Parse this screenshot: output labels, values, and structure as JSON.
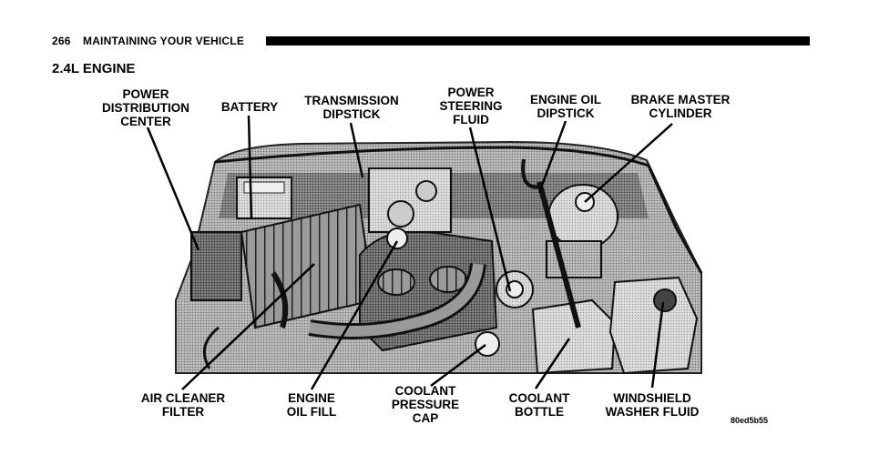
{
  "header": {
    "page_number": "266",
    "chapter_title": "MAINTAINING YOUR VEHICLE"
  },
  "section_title": "2.4L ENGINE",
  "illustration": {
    "labels_top": {
      "power_distribution_center": "POWER\nDISTRIBUTION\nCENTER",
      "battery": "BATTERY",
      "transmission_dipstick": "TRANSMISSION\nDIPSTICK",
      "power_steering_fluid": "POWER\nSTEERING\nFLUID",
      "engine_oil_dipstick": "ENGINE OIL\nDIPSTICK",
      "brake_master_cylinder": "BRAKE MASTER\nCYLINDER"
    },
    "labels_bottom": {
      "air_cleaner_filter": "AIR CLEANER\nFILTER",
      "engine_oil_fill": "ENGINE\nOIL FILL",
      "coolant_pressure_cap": "COOLANT\nPRESSURE\nCAP",
      "coolant_bottle": "COOLANT\nBOTTLE",
      "windshield_washer_fluid": "WINDSHIELD\nWASHER FLUID"
    },
    "figure_code": "80ed5b55"
  }
}
